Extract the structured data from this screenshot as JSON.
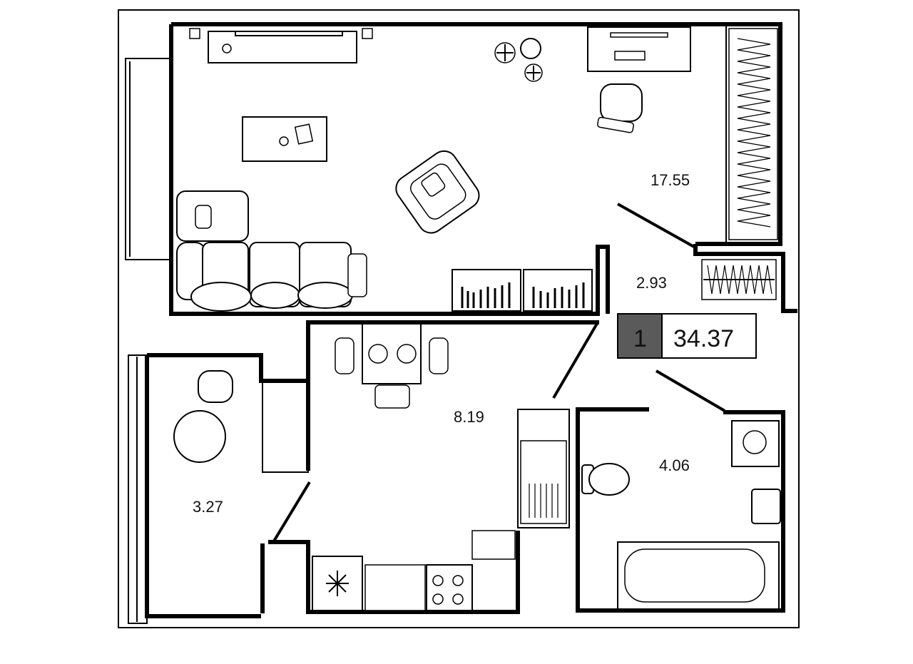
{
  "apartment": {
    "rooms_count": "1",
    "total_area": "34.37",
    "badge_dark_color": "#5a5a5a"
  },
  "rooms": [
    {
      "id": "living",
      "area": "17.55"
    },
    {
      "id": "storage",
      "area": "2.93"
    },
    {
      "id": "kitchen",
      "area": "8.19"
    },
    {
      "id": "bathroom",
      "area": "4.06"
    },
    {
      "id": "balcony",
      "area": "3.27"
    }
  ],
  "icons": [
    "snowflake-icon",
    "stove-icon",
    "sink-icon",
    "toilet-icon",
    "bathtub-icon",
    "washing-machine-icon",
    "plant-icon"
  ]
}
